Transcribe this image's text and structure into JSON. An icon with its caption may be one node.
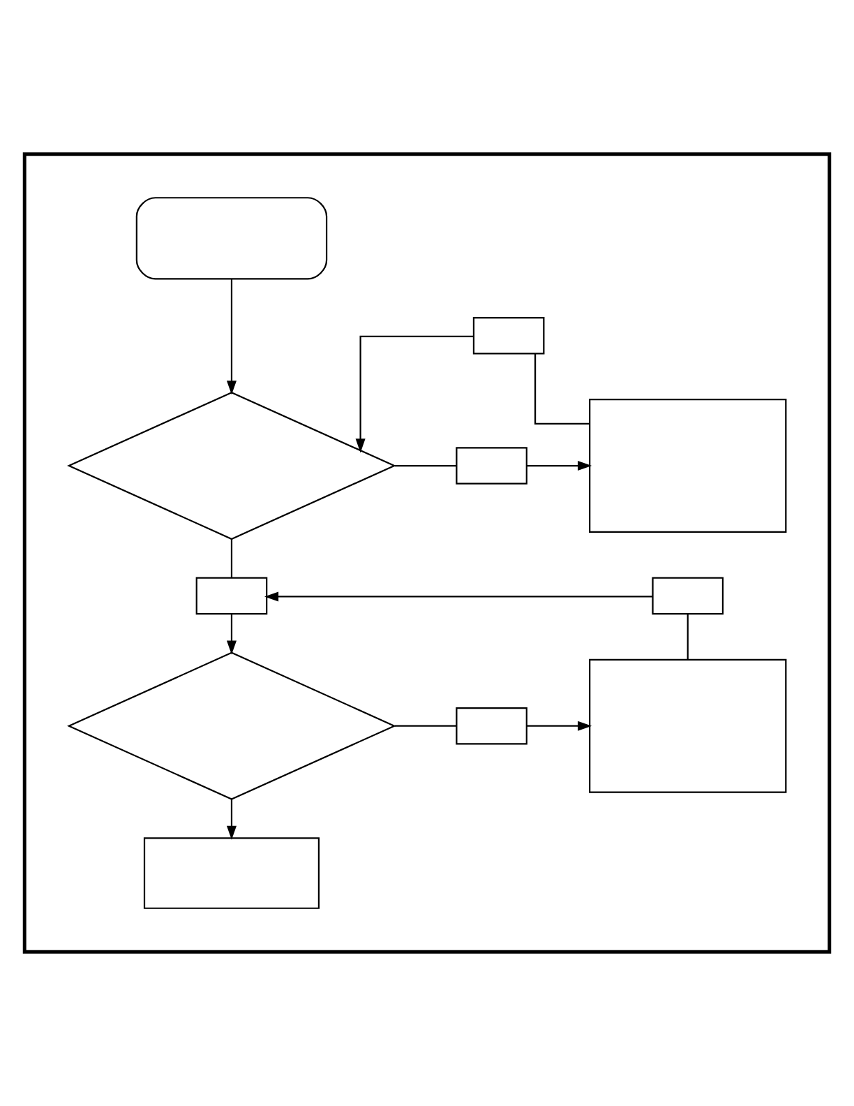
{
  "diagram": {
    "nodes": [
      {
        "text": [],
        "shape": "box"
      },
      {
        "text": [],
        "shape": "box",
        "in": 0
      },
      {
        "text": [],
        "shape": "box",
        "in": 0
      },
      {
        "text": [],
        "shape": "diamond",
        "in": 0
      },
      {
        "text": [],
        "shape": "box",
        "in": 0
      },
      {
        "text": [],
        "shape": "box",
        "in": 0
      },
      {
        "text": [],
        "shape": "box",
        "in": 0
      },
      {
        "text": [],
        "shape": "box",
        "in": 0
      },
      {
        "text": [],
        "shape": "diamond",
        "in": 0
      },
      {
        "text": [],
        "shape": "box",
        "in": 0
      },
      {
        "text": [],
        "shape": "box",
        "in": 0
      },
      {
        "text": [],
        "shape": "box",
        "in": 0
      }
    ],
    "edges": [
      {
        "from": 1,
        "to": 3,
        "arrow": "to"
      },
      {
        "from": 4,
        "to": 2,
        "arrow": "none"
      },
      {
        "from": 2,
        "to": 3,
        "arrow": "to"
      },
      {
        "from": 3,
        "to": 5,
        "arrow": "none"
      },
      {
        "from": 5,
        "to": 4,
        "arrow": "to"
      },
      {
        "from": 3,
        "to": 6,
        "arrow": "none"
      },
      {
        "from": 9,
        "to": 7,
        "arrow": "none"
      },
      {
        "from": 7,
        "to": 6,
        "arrow": "to"
      },
      {
        "from": 6,
        "to": 8,
        "arrow": "to"
      },
      {
        "from": 8,
        "to": 10,
        "arrow": "none"
      },
      {
        "from": 10,
        "to": 9,
        "arrow": "to"
      },
      {
        "from": 8,
        "to": 11,
        "arrow": "to"
      }
    ]
  }
}
